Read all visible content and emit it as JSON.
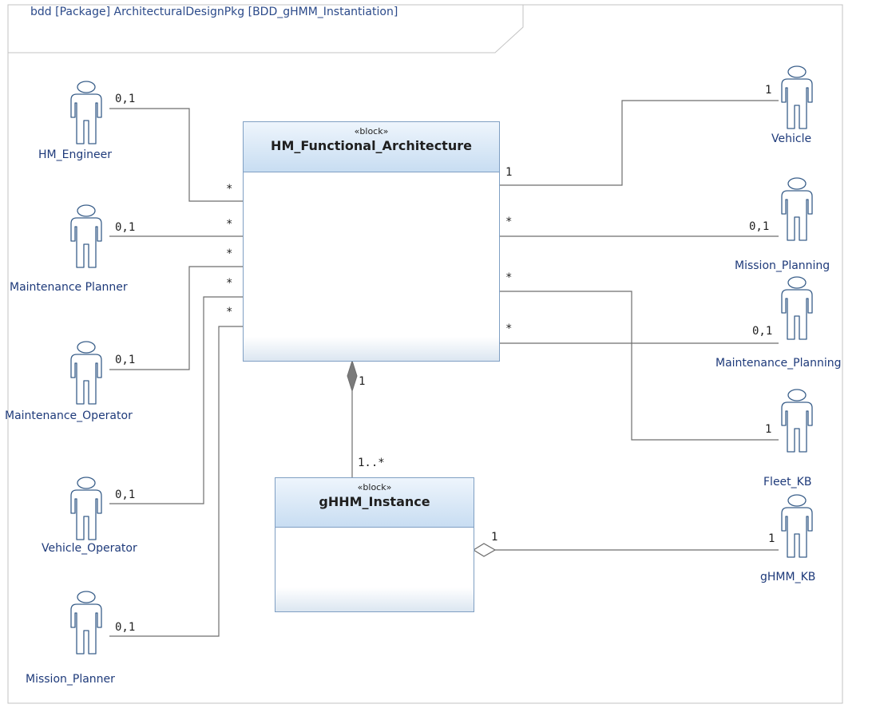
{
  "diagram": {
    "frame_title": "bdd [Package] ArchitecturalDesignPkg [BDD_gHMM_Instantiation]",
    "blocks": {
      "hm_functional_architecture": {
        "stereotype": "«block»",
        "name": "HM_Functional_Architecture"
      },
      "ghhm_instance": {
        "stereotype": "«block»",
        "name": "gHHM_Instance"
      }
    },
    "actors": {
      "hm_engineer": "HM_Engineer",
      "maintenance_planner": "Maintenance Planner",
      "maintenance_operator": "Maintenance_Operator",
      "vehicle_operator": "Vehicle_Operator",
      "mission_planner": "Mission_Planner",
      "vehicle": "Vehicle",
      "mission_planning": "Mission_Planning",
      "maintenance_planning": "Maintenance_Planning",
      "fleet_kb": "Fleet_KB",
      "ghmm_kb": "gHMM_KB"
    },
    "multiplicities": {
      "hm_engineer_actor": "0,1",
      "hm_engineer_block": "*",
      "maintenance_planner_actor": "0,1",
      "maintenance_planner_block": "*",
      "maintenance_operator_actor": "0,1",
      "maintenance_operator_block": "*",
      "vehicle_operator_actor": "0,1",
      "vehicle_operator_block": "*",
      "mission_planner_actor": "0,1",
      "mission_planner_block": "*",
      "vehicle_block": "1",
      "vehicle_actor": "1",
      "mission_planning_block": "*",
      "mission_planning_actor": "0,1",
      "maintenance_planning_block": "*",
      "maintenance_planning_actor": "0,1",
      "fleet_kb_block": "*",
      "fleet_kb_actor": "1",
      "composition_whole": "1",
      "composition_part": "1..*",
      "ghmm_kb_block": "1",
      "ghmm_kb_actor": "1"
    },
    "colors": {
      "actor_stroke": "#3a5f8a",
      "block_border": "#7f9fc3",
      "line": "#6d6d6d",
      "label_text": "#1e3a7a"
    }
  }
}
